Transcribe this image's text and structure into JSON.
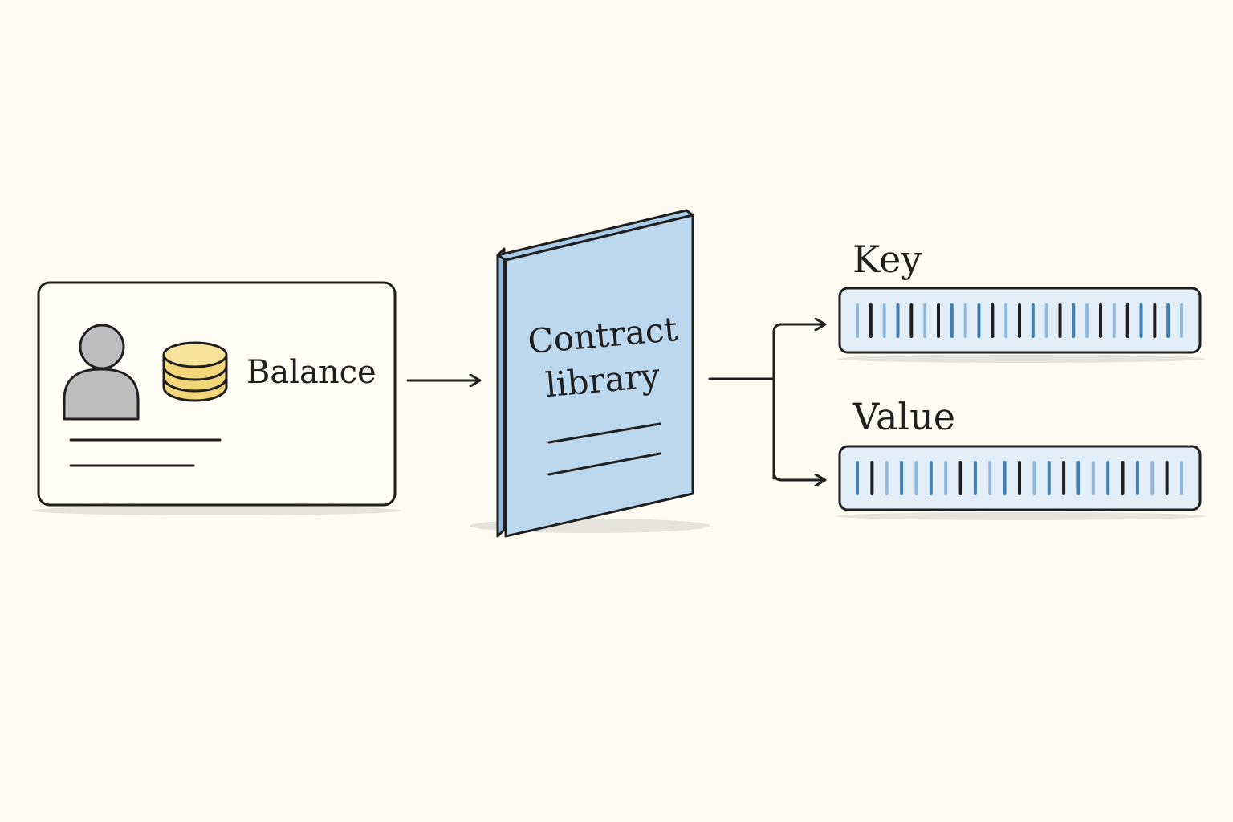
{
  "account_card": {
    "balance_label": "Balance",
    "icons": [
      "person-icon",
      "coin-stack-icon"
    ]
  },
  "library_book": {
    "title_line1": "Contract",
    "title_line2": "library"
  },
  "outputs": {
    "key_label": "Key",
    "value_label": "Value",
    "key_bar_ticks": [
      "l",
      "d",
      "l",
      "m",
      "d",
      "l",
      "d",
      "m",
      "l",
      "m",
      "d",
      "l",
      "d",
      "m",
      "l",
      "d",
      "m",
      "l",
      "d",
      "l",
      "d",
      "m",
      "d",
      "m",
      "l"
    ],
    "value_bar_ticks": [
      "m",
      "d",
      "l",
      "m",
      "l",
      "m",
      "l",
      "d",
      "m",
      "l",
      "m",
      "d",
      "l",
      "m",
      "d",
      "m",
      "l",
      "m",
      "d",
      "m",
      "l",
      "d",
      "l"
    ]
  },
  "colors": {
    "background": "#fdfbf2",
    "ink": "#1f1f1f",
    "book_fill": "#bcd8ef",
    "book_spine": "#8fb8dc",
    "bar_fill": "#e3eff8",
    "tick_dark": "#1f1f1f",
    "tick_mid": "#3f7fb5",
    "tick_light": "#8fb8dc",
    "person_gray": "#bdbdbd",
    "coin_yellow": "#f3d67a"
  }
}
